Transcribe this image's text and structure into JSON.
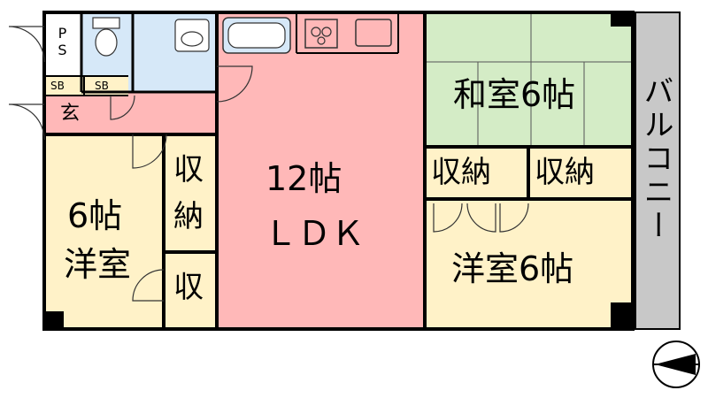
{
  "rooms": {
    "ldk_size": "12帖",
    "ldk_name": "ＬＤＫ",
    "washitsu": "和室6帖",
    "yoshitsu_right": "洋室6帖",
    "yoshitsu_left_size": "6帖",
    "yoshitsu_left_name": "洋室",
    "storage_center_right": "収納",
    "storage_far_right": "収納",
    "storage_left_1": "収",
    "storage_left_2": "納",
    "storage_small": "収",
    "ps": "PS",
    "sb1": "SB",
    "sb2": "SB",
    "genkan": "玄",
    "balcony": "バルコニー"
  },
  "colors": {
    "wall": "#000000",
    "ldk": "#ffb8b8",
    "washitsu": "#d4ecc6",
    "yoshitsu": "#fff2c8",
    "wet": "#d6e8f8",
    "balcony": "#c8c8c8"
  }
}
